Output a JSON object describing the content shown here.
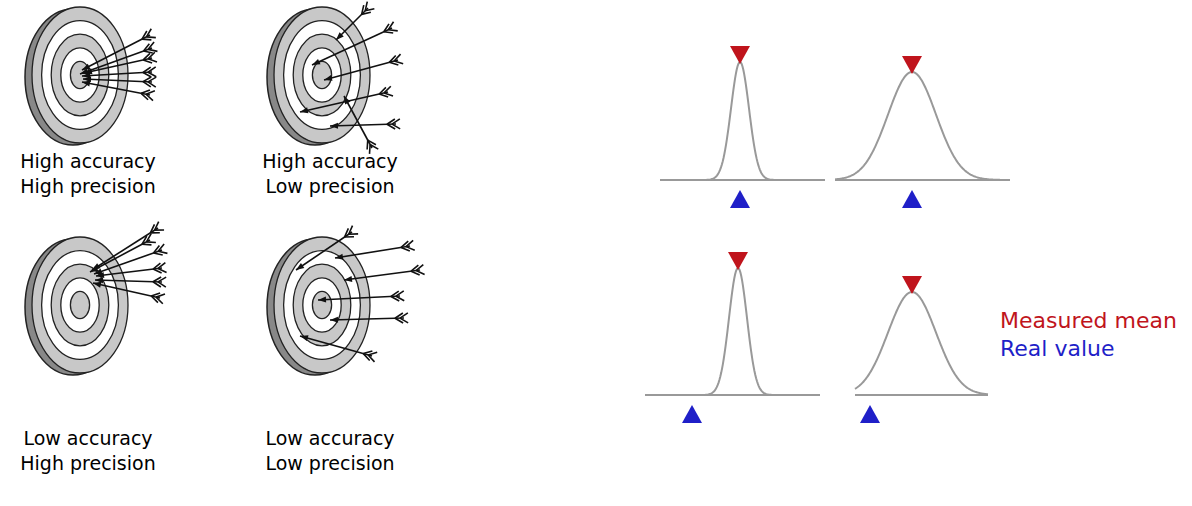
{
  "diagram": {
    "labels": [
      "High accuracy",
      "High precision",
      "High accuracy",
      "Low precision",
      "Low accuracy",
      "High precision",
      "Low accuracy",
      "Low precision"
    ],
    "legend": [
      {
        "text": "Measured mean",
        "color": "#c0141c"
      },
      {
        "text": "Real value",
        "color": "#1f1fc8"
      }
    ]
  }
}
